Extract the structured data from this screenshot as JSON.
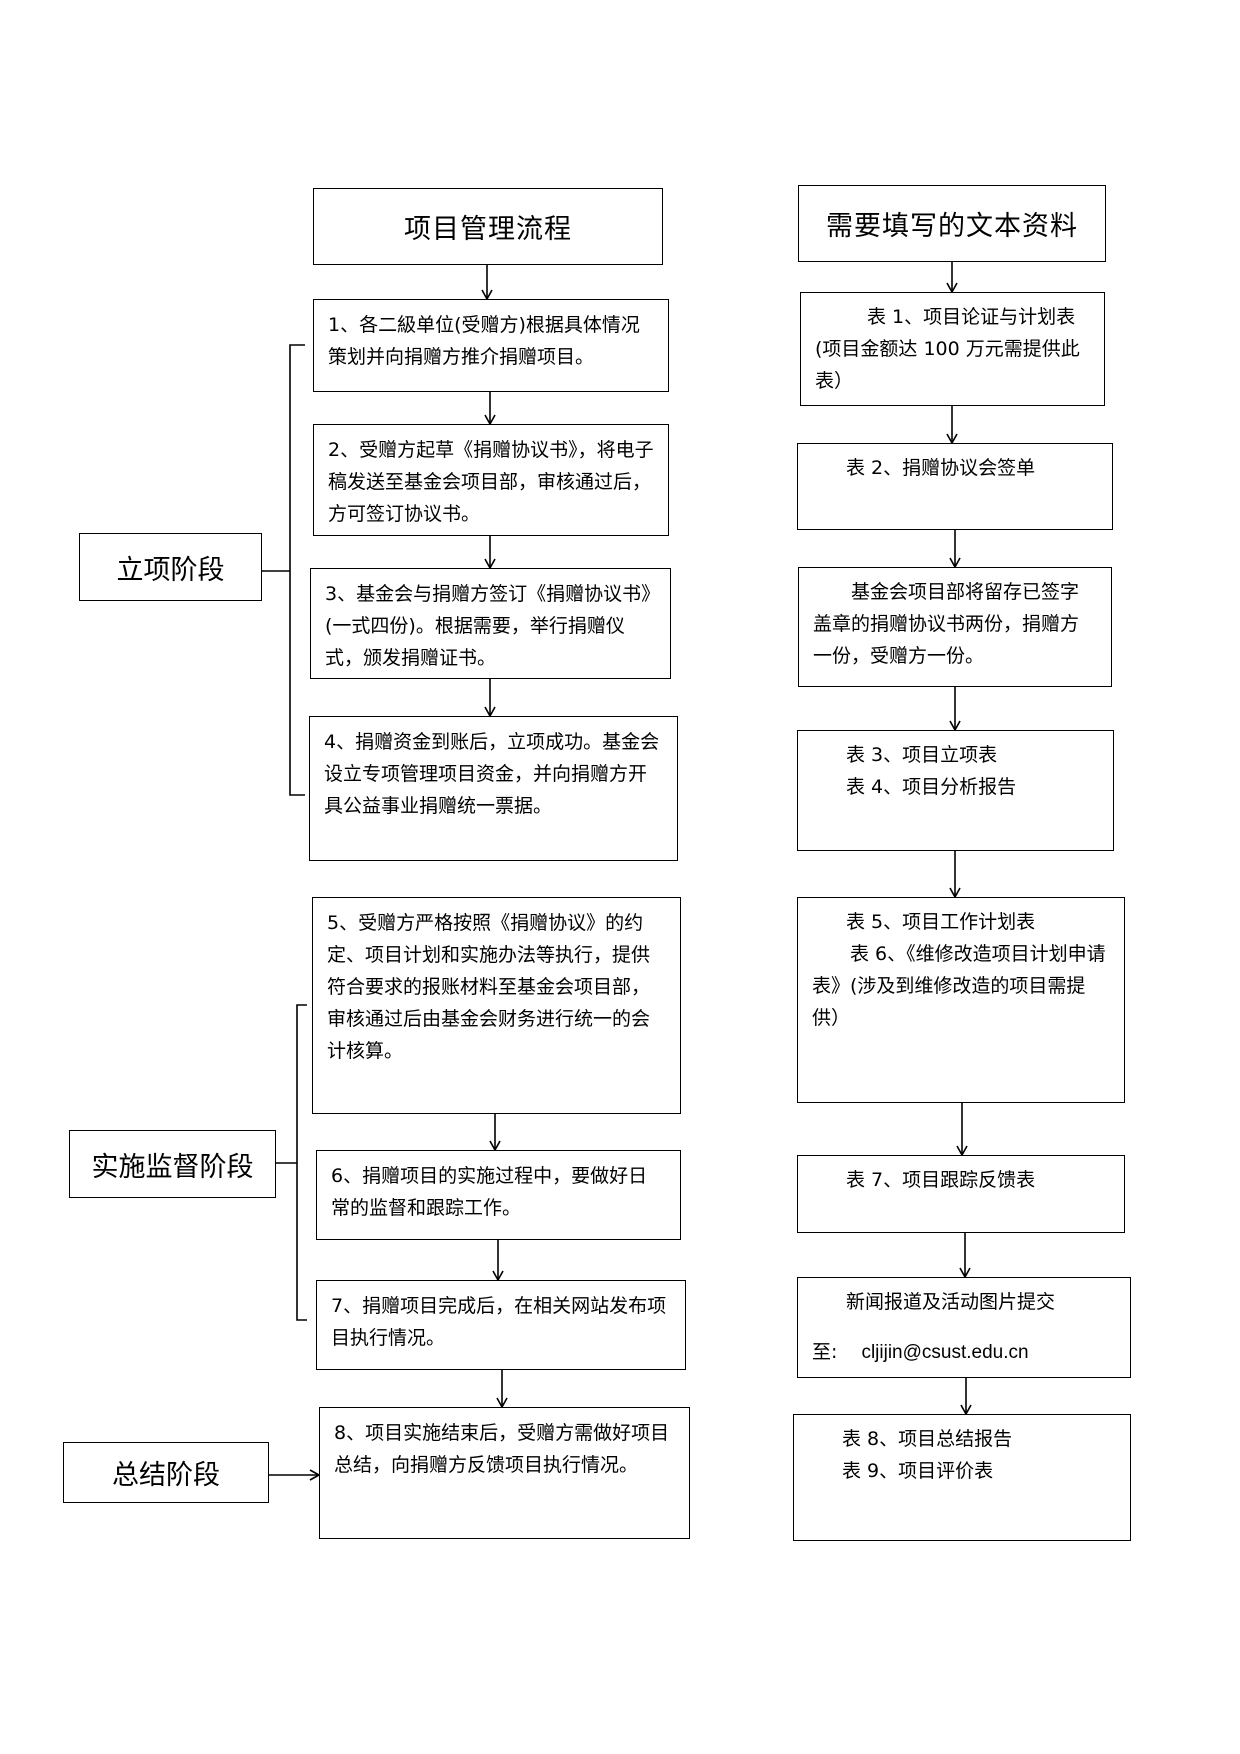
{
  "left_title": "项目管理流程",
  "right_title": "需要填写的文本资料",
  "stages": {
    "setup": "立项阶段",
    "supervision": "实施监督阶段",
    "summary": "总结阶段"
  },
  "steps": [
    "1、各二級单位(受赠方)根据具体情况策划并向捐赠方推介捐赠项目。",
    "2、受赠方起草《捐赠协议书》，将电子稿发送至基金会项目部，审核通过后，方可签订协议书。",
    "3、基金会与捐赠方签订《捐赠协议书》(一式四份)。根据需要，举行捐赠仪式，颁发捐赠证书。",
    "4、捐赠资金到账后，立项成功。基金会设立专项管理项目资金，并向捐赠方开具公益事业捐赠统一票据。",
    "5、受赠方严格按照《捐赠协议》的约定、项目计划和实施办法等执行，提供符合要求的报账材料至基金会项目部，审核通过后由基金会财务进行统一的会计核算。",
    "6、捐赠项目的实施过程中，要做好日常的监督和跟踪工作。",
    "7、捐赠项目完成后，在相关网站发布项目执行情况。",
    "8、项目实施结束后，受赠方需做好项目总结，向捐赠方反馈项目执行情况。"
  ],
  "docs": {
    "d1_line1": "表 1、项目论证与计划表",
    "d1_line2": "(项目金额达 100 万元需提供此表）",
    "d2": "表 2、捐赠协议会签单",
    "d3": "基金会项目部将留存已签字盖章的捐赠协议书两份，捐赠方一份，受赠方一份。",
    "d4_line1": "表 3、项目立项表",
    "d4_line2": "表 4、项目分析报告",
    "d5_line1": "表 5、项目工作计划表",
    "d5_line2": "表 6、《维修改造项目计划申请表》(涉及到维修改造的项目需提供）",
    "d6": "表 7、项目跟踪反馈表",
    "d7_line1": "新闻报道及活动图片提交",
    "d7_prefix": "至:",
    "d7_email": "cljijin@csust.edu.cn",
    "d8_line1": "表 8、项目总结报告",
    "d8_line2": "表 9、项目评价表"
  }
}
